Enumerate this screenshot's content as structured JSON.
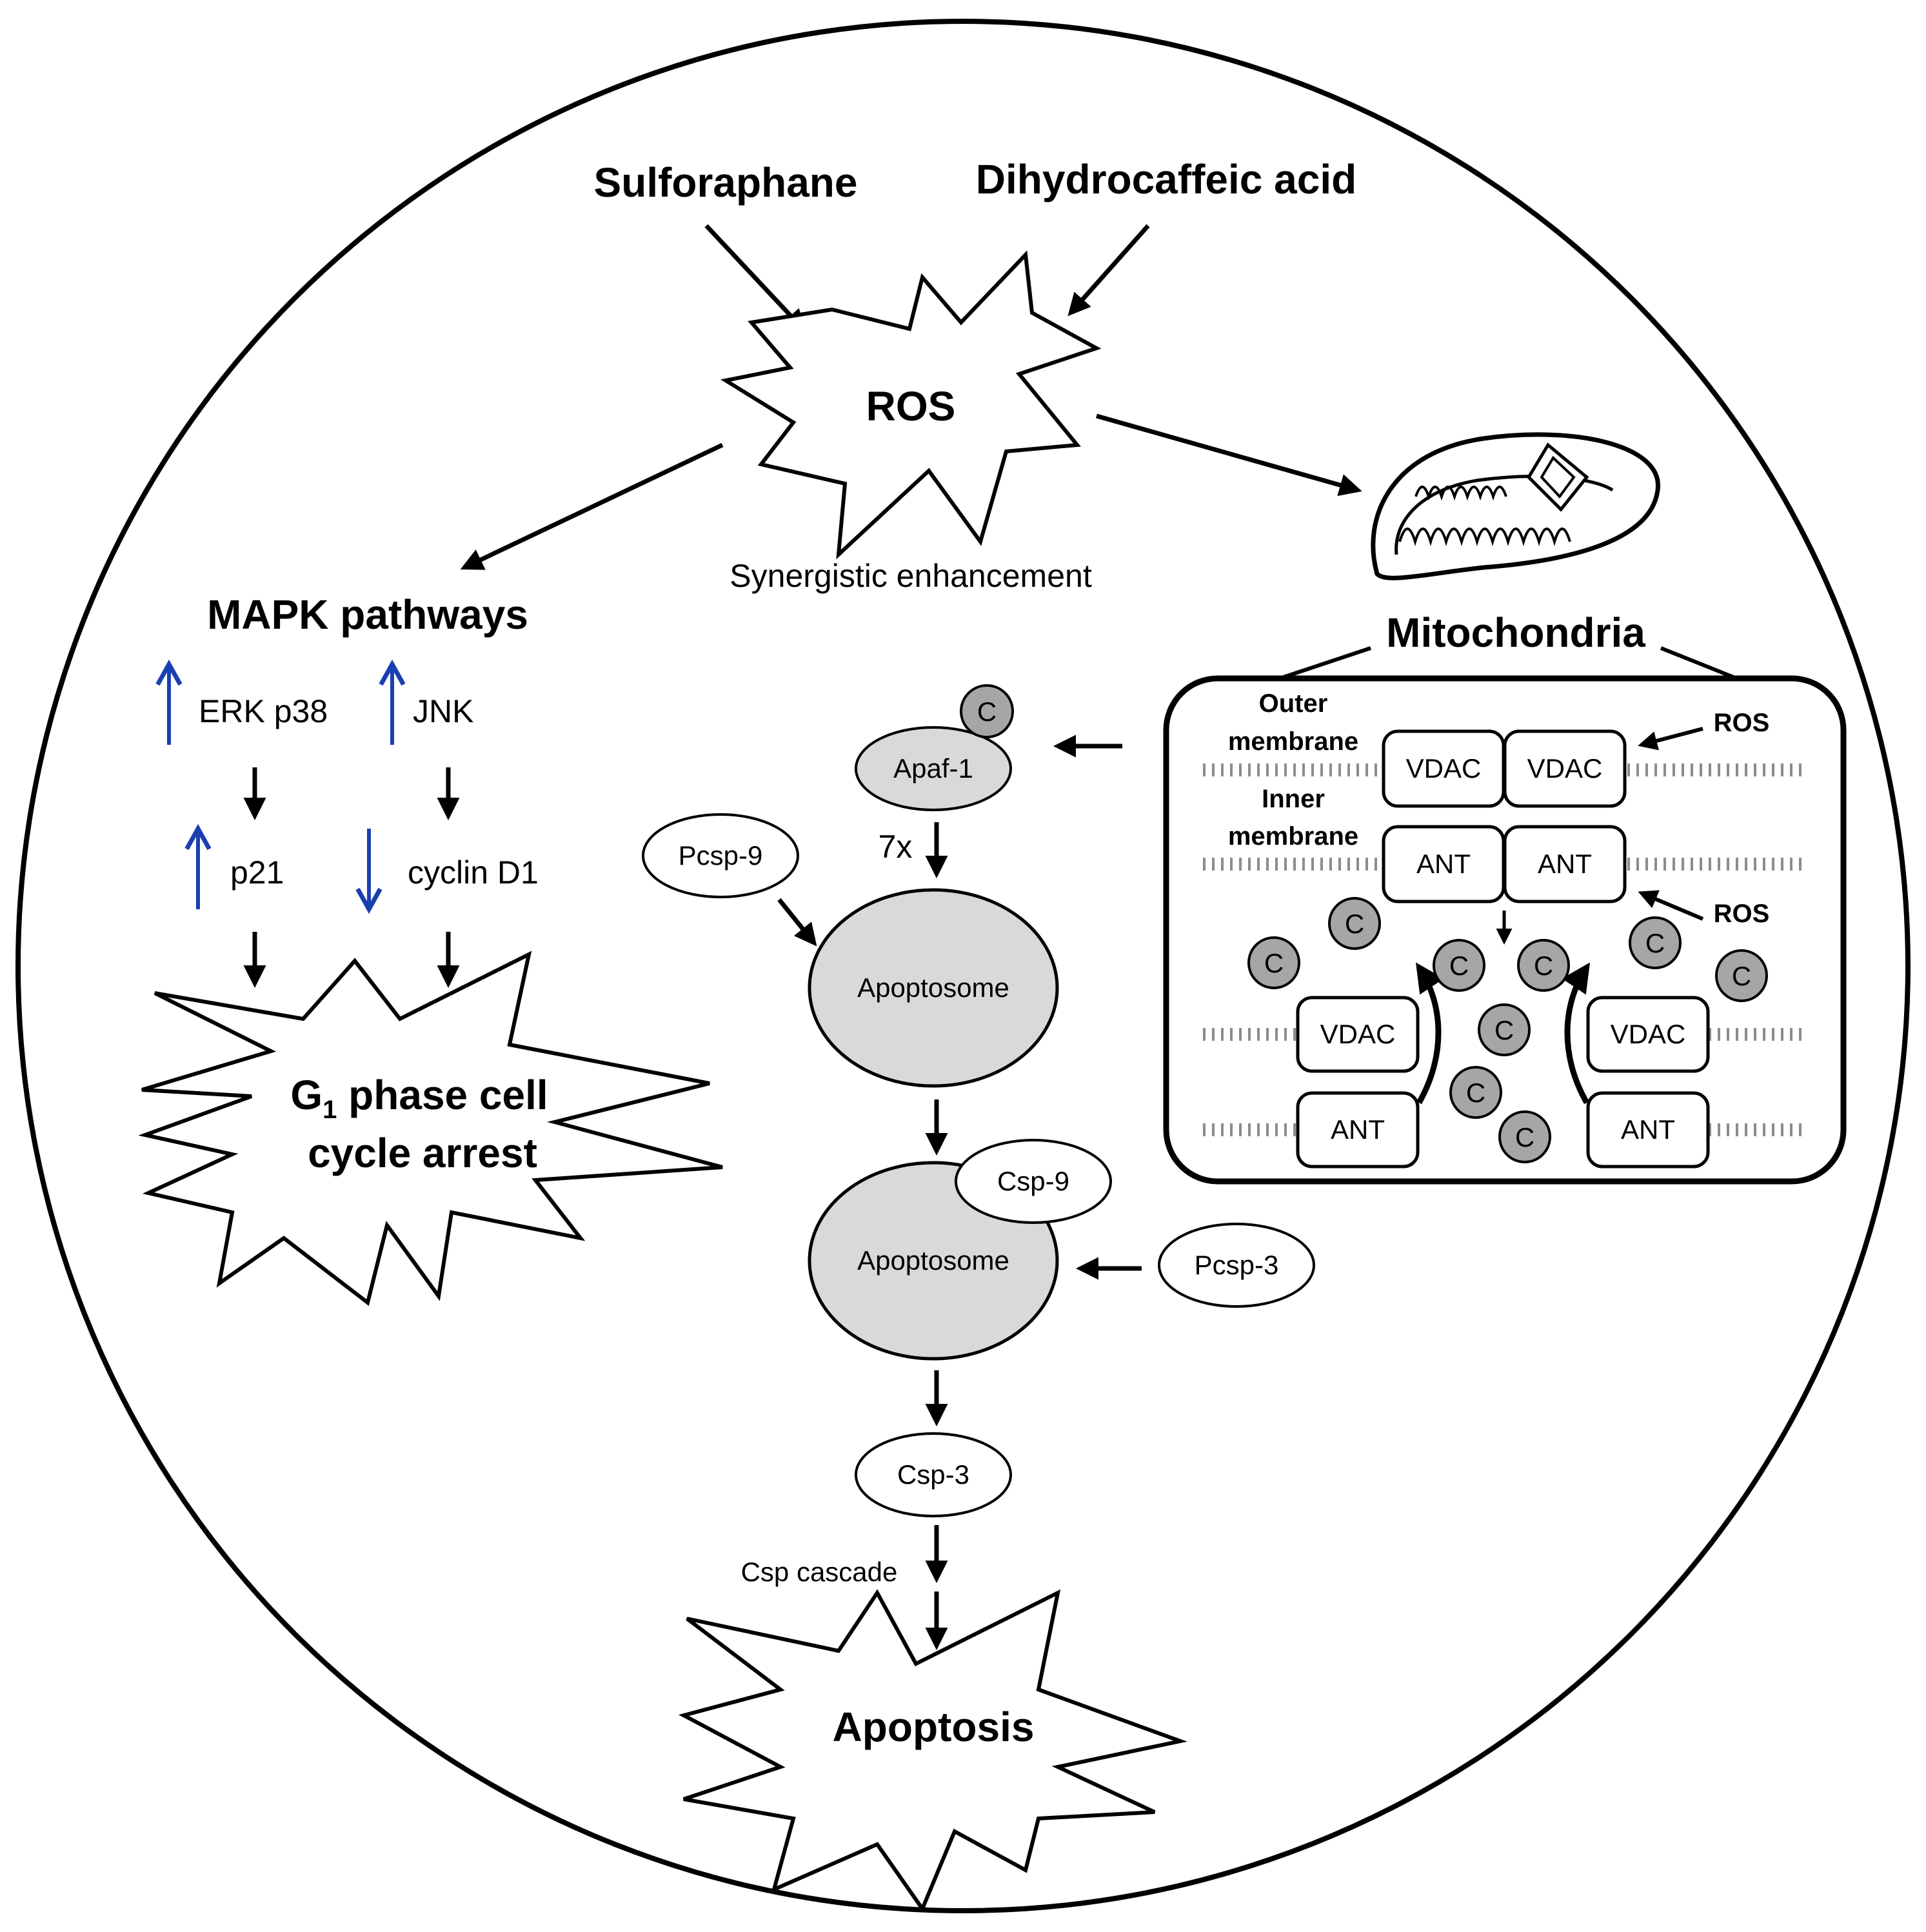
{
  "inputs": {
    "compound_a": "Sulforaphane",
    "compound_b": "Dihydrocaffeic acid"
  },
  "ros": {
    "label": "ROS",
    "note": "Synergistic enhancement"
  },
  "mapk": {
    "title": "MAPK pathways",
    "erk_p38": "ERK p38",
    "jnk": "JNK",
    "p21": "p21",
    "cyclin": "cyclin D1",
    "arrest_line1_g": "G",
    "arrest_line1_sub": "1",
    "arrest_line1_rest": " phase cell",
    "arrest_line2": "cycle arrest"
  },
  "mito": {
    "title": "Mitochondria",
    "outer_membrane_1": "Outer",
    "outer_membrane_2": "membrane",
    "inner_membrane_1": "Inner",
    "inner_membrane_2": "membrane",
    "vdac": "VDAC",
    "ant": "ANT",
    "ros": "ROS",
    "cyt_c": "C"
  },
  "apoptosis_path": {
    "apaf": "Apaf-1",
    "multiplier": "7x",
    "pcsp9": "Pcsp-9",
    "apoptosome": "Apoptosome",
    "csp9": "Csp-9",
    "pcsp3": "Pcsp-3",
    "csp3": "Csp-3",
    "cascade": "Csp cascade",
    "apoptosis": "Apoptosis"
  },
  "colors": {
    "up_down_arrows": "#1a3fb0",
    "fill_grey": "#d9d9d9",
    "cyt_c_grey": "#a6a6a6"
  }
}
